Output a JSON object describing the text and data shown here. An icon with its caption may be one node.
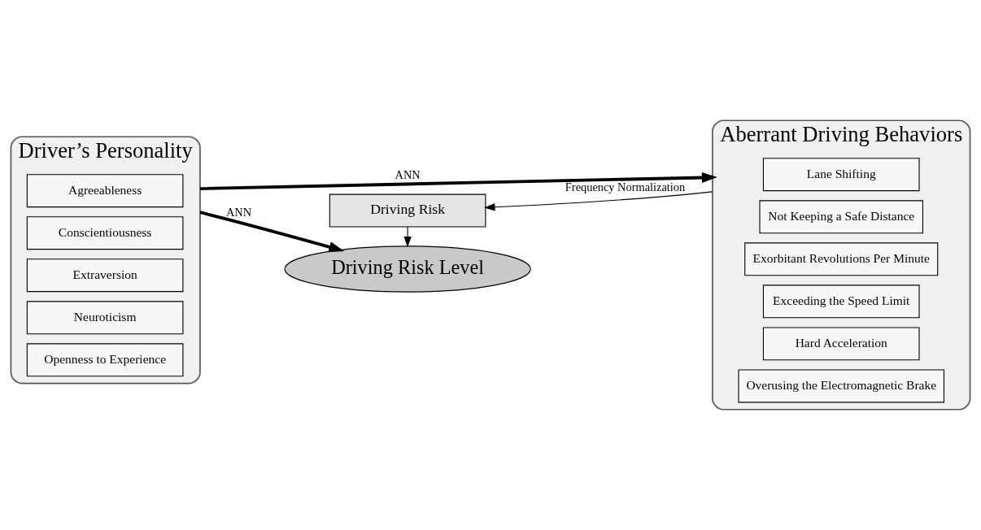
{
  "diagram": {
    "nodes": [
      {
        "text": [
          "Driver’s Personality"
        ]
      },
      {
        "text": [
          "Agreeableness"
        ],
        "in": 0
      },
      {
        "text": [
          "Conscientiousness"
        ],
        "in": 0
      },
      {
        "text": [
          "Extraversion"
        ],
        "in": 0
      },
      {
        "text": [
          "Neuroticism"
        ],
        "in": 0
      },
      {
        "text": [
          "Openness to Experience"
        ],
        "in": 0
      },
      {
        "text": [
          "Driving Risk Level"
        ]
      },
      {
        "text": [
          "Driving Risk"
        ]
      },
      {
        "text": [
          "Aberrant Driving Behaviors"
        ]
      },
      {
        "text": [
          "Lane Shifting"
        ],
        "in": 8
      },
      {
        "text": [
          "Not Keeping a Safe Distance"
        ],
        "in": 8
      },
      {
        "text": [
          "Exorbitant Revolutions Per Minute"
        ],
        "in": 8
      },
      {
        "text": [
          "Exceeding the Speed Limit"
        ],
        "in": 8
      },
      {
        "text": [
          "Hard Acceleration"
        ],
        "in": 8
      },
      {
        "text": [
          "Overusing the Electromagnetic Brake"
        ],
        "in": 8
      }
    ],
    "edges": [
      {
        "from": 0,
        "to": 8,
        "arrow": "to",
        "label": "ANN",
        "style": "thick"
      },
      {
        "from": 0,
        "to": 6,
        "arrow": "to",
        "label": "ANN",
        "style": "thick"
      },
      {
        "from": 7,
        "to": 6,
        "arrow": "to"
      },
      {
        "from": 8,
        "to": 7,
        "arrow": "to",
        "label": "Frequency Normalization"
      }
    ]
  }
}
